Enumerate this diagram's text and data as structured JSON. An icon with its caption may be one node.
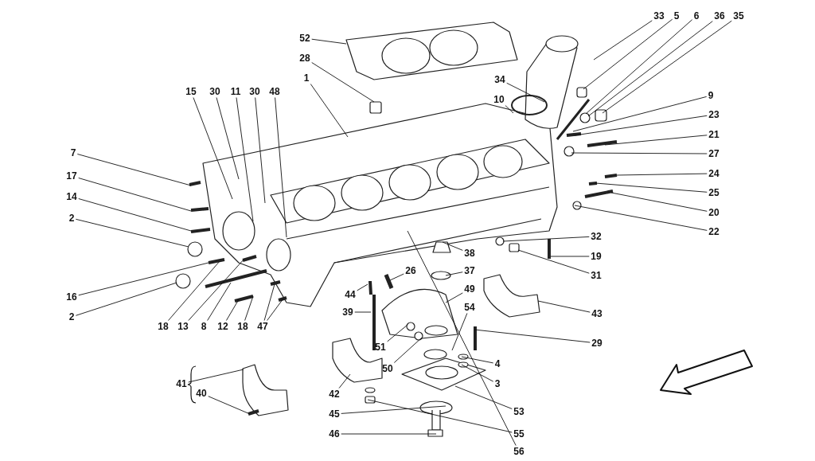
{
  "diagram": {
    "nodes": [
      {
        "text": [
          "52"
        ]
      },
      {
        "text": [
          "28"
        ]
      },
      {
        "text": [
          "1"
        ]
      },
      {
        "text": [
          "33"
        ]
      },
      {
        "text": [
          "5"
        ]
      },
      {
        "text": [
          "6"
        ]
      },
      {
        "text": [
          "36"
        ]
      },
      {
        "text": [
          "35"
        ]
      },
      {
        "text": [
          "34"
        ]
      },
      {
        "text": [
          "10"
        ]
      },
      {
        "text": [
          "15"
        ]
      },
      {
        "text": [
          "30"
        ]
      },
      {
        "text": [
          "11"
        ]
      },
      {
        "text": [
          "30"
        ]
      },
      {
        "text": [
          "48"
        ]
      },
      {
        "text": [
          "9"
        ]
      },
      {
        "text": [
          "23"
        ]
      },
      {
        "text": [
          "21"
        ]
      },
      {
        "text": [
          "27"
        ]
      },
      {
        "text": [
          "7"
        ]
      },
      {
        "text": [
          "17"
        ]
      },
      {
        "text": [
          "14"
        ]
      },
      {
        "text": [
          "24"
        ]
      },
      {
        "text": [
          "25"
        ]
      },
      {
        "text": [
          "20"
        ]
      },
      {
        "text": [
          "2"
        ]
      },
      {
        "text": [
          "22"
        ]
      },
      {
        "text": [
          "32"
        ]
      },
      {
        "text": [
          "38"
        ]
      },
      {
        "text": [
          "19"
        ]
      },
      {
        "text": [
          "37"
        ]
      },
      {
        "text": [
          "26"
        ]
      },
      {
        "text": [
          "31"
        ]
      },
      {
        "text": [
          "49"
        ]
      },
      {
        "text": [
          "16"
        ]
      },
      {
        "text": [
          "44"
        ]
      },
      {
        "text": [
          "54"
        ]
      },
      {
        "text": [
          "39"
        ]
      },
      {
        "text": [
          "43"
        ]
      },
      {
        "text": [
          "2"
        ]
      },
      {
        "text": [
          "18"
        ]
      },
      {
        "text": [
          "13"
        ]
      },
      {
        "text": [
          "8"
        ]
      },
      {
        "text": [
          "12"
        ]
      },
      {
        "text": [
          "18"
        ]
      },
      {
        "text": [
          "47"
        ]
      },
      {
        "text": [
          "29"
        ]
      },
      {
        "text": [
          "51"
        ]
      },
      {
        "text": [
          "4"
        ]
      },
      {
        "text": [
          "50"
        ]
      },
      {
        "text": [
          "3"
        ]
      },
      {
        "text": [
          "41"
        ]
      },
      {
        "text": [
          "40"
        ]
      },
      {
        "text": [
          "42"
        ]
      },
      {
        "text": [
          "53"
        ]
      },
      {
        "text": [
          "45"
        ]
      },
      {
        "text": [
          "55"
        ]
      },
      {
        "text": [
          "46"
        ]
      },
      {
        "text": [
          "56"
        ]
      }
    ],
    "edges": [
      {
        "from": 0,
        "to": null,
        "arrow": "none"
      },
      {
        "from": 1,
        "to": null,
        "arrow": "none"
      },
      {
        "from": 2,
        "to": null,
        "arrow": "none"
      },
      {
        "from": 3,
        "to": null,
        "arrow": "none"
      },
      {
        "from": 4,
        "to": null,
        "arrow": "none"
      },
      {
        "from": 5,
        "to": null,
        "arrow": "none"
      },
      {
        "from": 6,
        "to": null,
        "arrow": "none"
      },
      {
        "from": 7,
        "to": null,
        "arrow": "none"
      },
      {
        "from": 8,
        "to": null,
        "arrow": "none"
      },
      {
        "from": 9,
        "to": null,
        "arrow": "none"
      },
      {
        "from": 10,
        "to": null,
        "arrow": "none"
      },
      {
        "from": 11,
        "to": null,
        "arrow": "none"
      },
      {
        "from": 12,
        "to": null,
        "arrow": "none"
      },
      {
        "from": 13,
        "to": null,
        "arrow": "none"
      },
      {
        "from": 14,
        "to": null,
        "arrow": "none"
      },
      {
        "from": 15,
        "to": null,
        "arrow": "none"
      },
      {
        "from": 16,
        "to": null,
        "arrow": "none"
      },
      {
        "from": 17,
        "to": null,
        "arrow": "none"
      },
      {
        "from": 18,
        "to": null,
        "arrow": "none"
      },
      {
        "from": 19,
        "to": null,
        "arrow": "none"
      },
      {
        "from": 20,
        "to": null,
        "arrow": "none"
      },
      {
        "from": 21,
        "to": null,
        "arrow": "none"
      },
      {
        "from": 22,
        "to": null,
        "arrow": "none"
      },
      {
        "from": 23,
        "to": null,
        "arrow": "none"
      },
      {
        "from": 24,
        "to": null,
        "arrow": "none"
      },
      {
        "from": 25,
        "to": null,
        "arrow": "none"
      },
      {
        "from": 26,
        "to": null,
        "arrow": "none"
      },
      {
        "from": 27,
        "to": null,
        "arrow": "none"
      },
      {
        "from": 28,
        "to": null,
        "arrow": "none"
      },
      {
        "from": 29,
        "to": null,
        "arrow": "none"
      },
      {
        "from": 30,
        "to": null,
        "arrow": "none"
      },
      {
        "from": 31,
        "to": null,
        "arrow": "none"
      },
      {
        "from": 32,
        "to": null,
        "arrow": "none"
      },
      {
        "from": 33,
        "to": null,
        "arrow": "none"
      },
      {
        "from": 34,
        "to": null,
        "arrow": "none"
      },
      {
        "from": 35,
        "to": null,
        "arrow": "none"
      },
      {
        "from": 36,
        "to": null,
        "arrow": "none"
      },
      {
        "from": 37,
        "to": null,
        "arrow": "none"
      },
      {
        "from": 38,
        "to": null,
        "arrow": "none"
      },
      {
        "from": 39,
        "to": null,
        "arrow": "none"
      },
      {
        "from": 40,
        "to": null,
        "arrow": "none"
      },
      {
        "from": 41,
        "to": null,
        "arrow": "none"
      },
      {
        "from": 42,
        "to": null,
        "arrow": "none"
      },
      {
        "from": 43,
        "to": null,
        "arrow": "none"
      },
      {
        "from": 44,
        "to": null,
        "arrow": "none"
      },
      {
        "from": 45,
        "to": null,
        "arrow": "none"
      },
      {
        "from": 45,
        "to": null,
        "arrow": "none"
      },
      {
        "from": 46,
        "to": null,
        "arrow": "none"
      },
      {
        "from": 47,
        "to": null,
        "arrow": "none"
      },
      {
        "from": 48,
        "to": null,
        "arrow": "none"
      },
      {
        "from": 49,
        "to": null,
        "arrow": "none"
      },
      {
        "from": 50,
        "to": null,
        "arrow": "none"
      },
      {
        "from": 51,
        "to": null,
        "arrow": "none"
      },
      {
        "from": 52,
        "to": null,
        "arrow": "none"
      },
      {
        "from": 53,
        "to": null,
        "arrow": "none"
      },
      {
        "from": 54,
        "to": null,
        "arrow": "none"
      },
      {
        "from": 55,
        "to": null,
        "arrow": "none"
      },
      {
        "from": 56,
        "to": null,
        "arrow": "none"
      },
      {
        "from": 57,
        "to": null,
        "arrow": "none"
      },
      {
        "from": 58,
        "to": null,
        "arrow": "none"
      }
    ]
  }
}
